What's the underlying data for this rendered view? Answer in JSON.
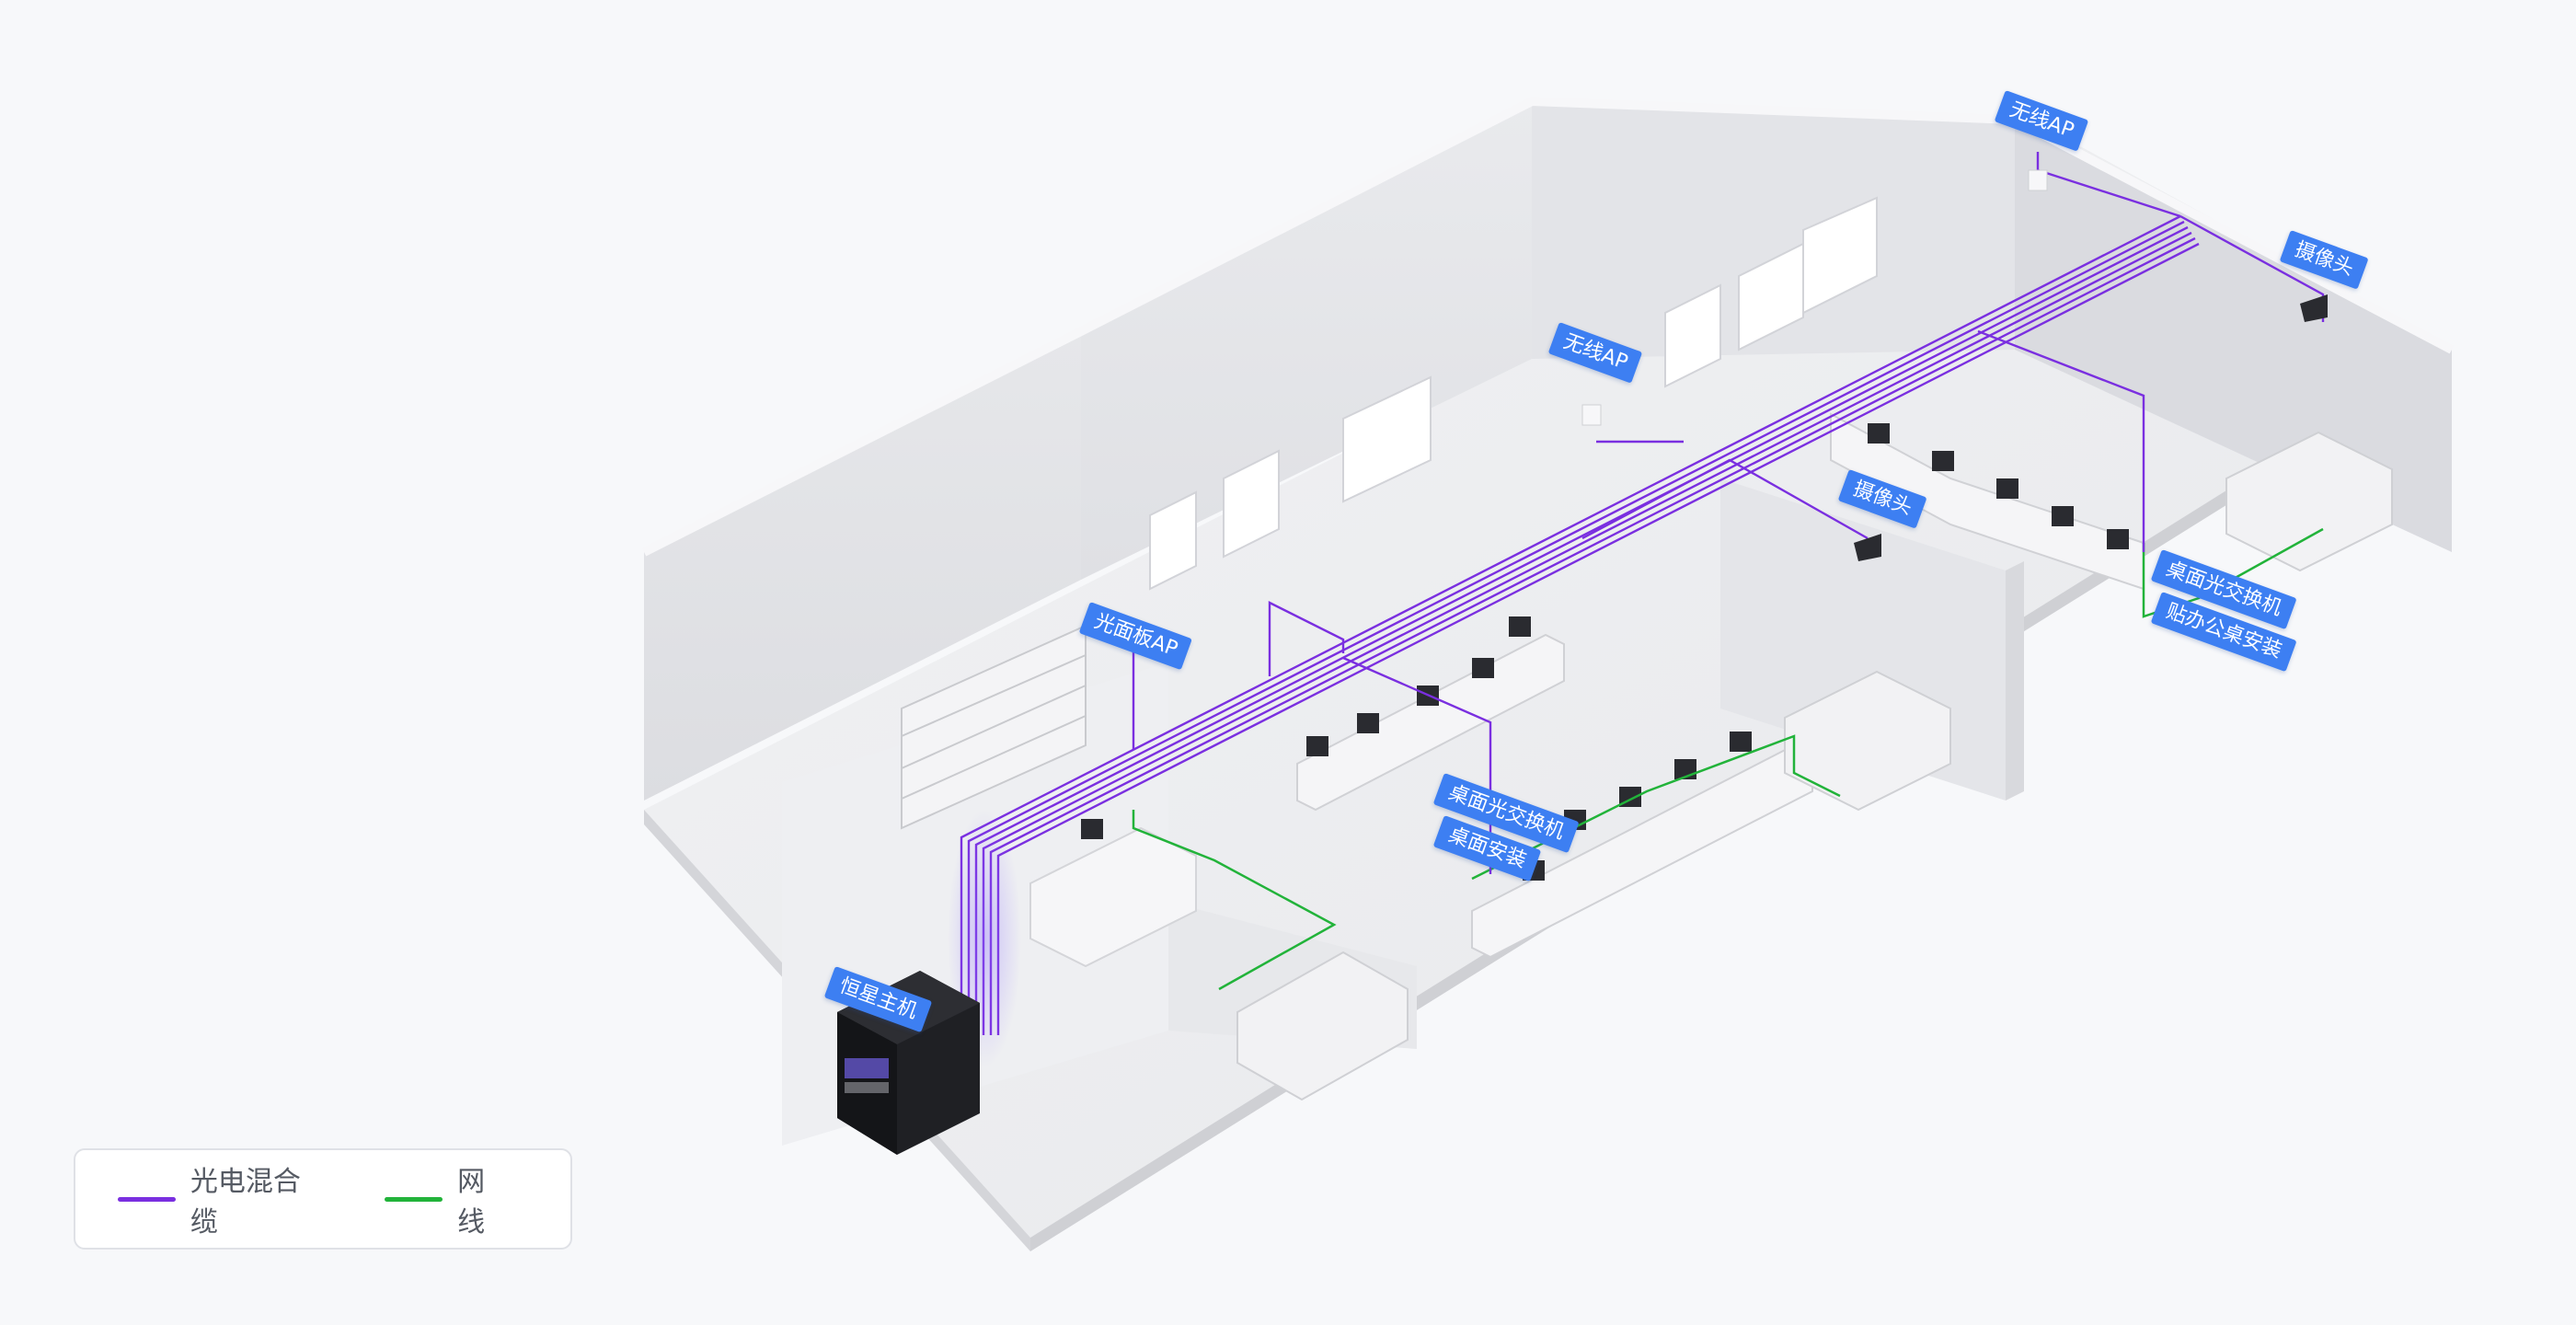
{
  "labels": {
    "wireless_ap_top": "无线AP",
    "camera_right": "摄像头",
    "wireless_ap_mid": "无线AP",
    "camera_mid": "摄像头",
    "panel_ap": "光面板AP",
    "desk_switch_right": "桌面光交换机",
    "office_desk_install": "贴办公桌安装",
    "desk_switch_center": "桌面光交换机",
    "desk_install": "桌面安装",
    "host": "恒星主机"
  },
  "legend": {
    "items": [
      {
        "label": "光电混合缆",
        "color": "#7a2fe0"
      },
      {
        "label": "网线",
        "color": "#22b33a"
      }
    ]
  },
  "colors": {
    "background": "#f7f8fa",
    "tag_blue": "#3d7ff2",
    "hybrid_cable": "#7a2fe0",
    "network_cable": "#22b33a"
  }
}
